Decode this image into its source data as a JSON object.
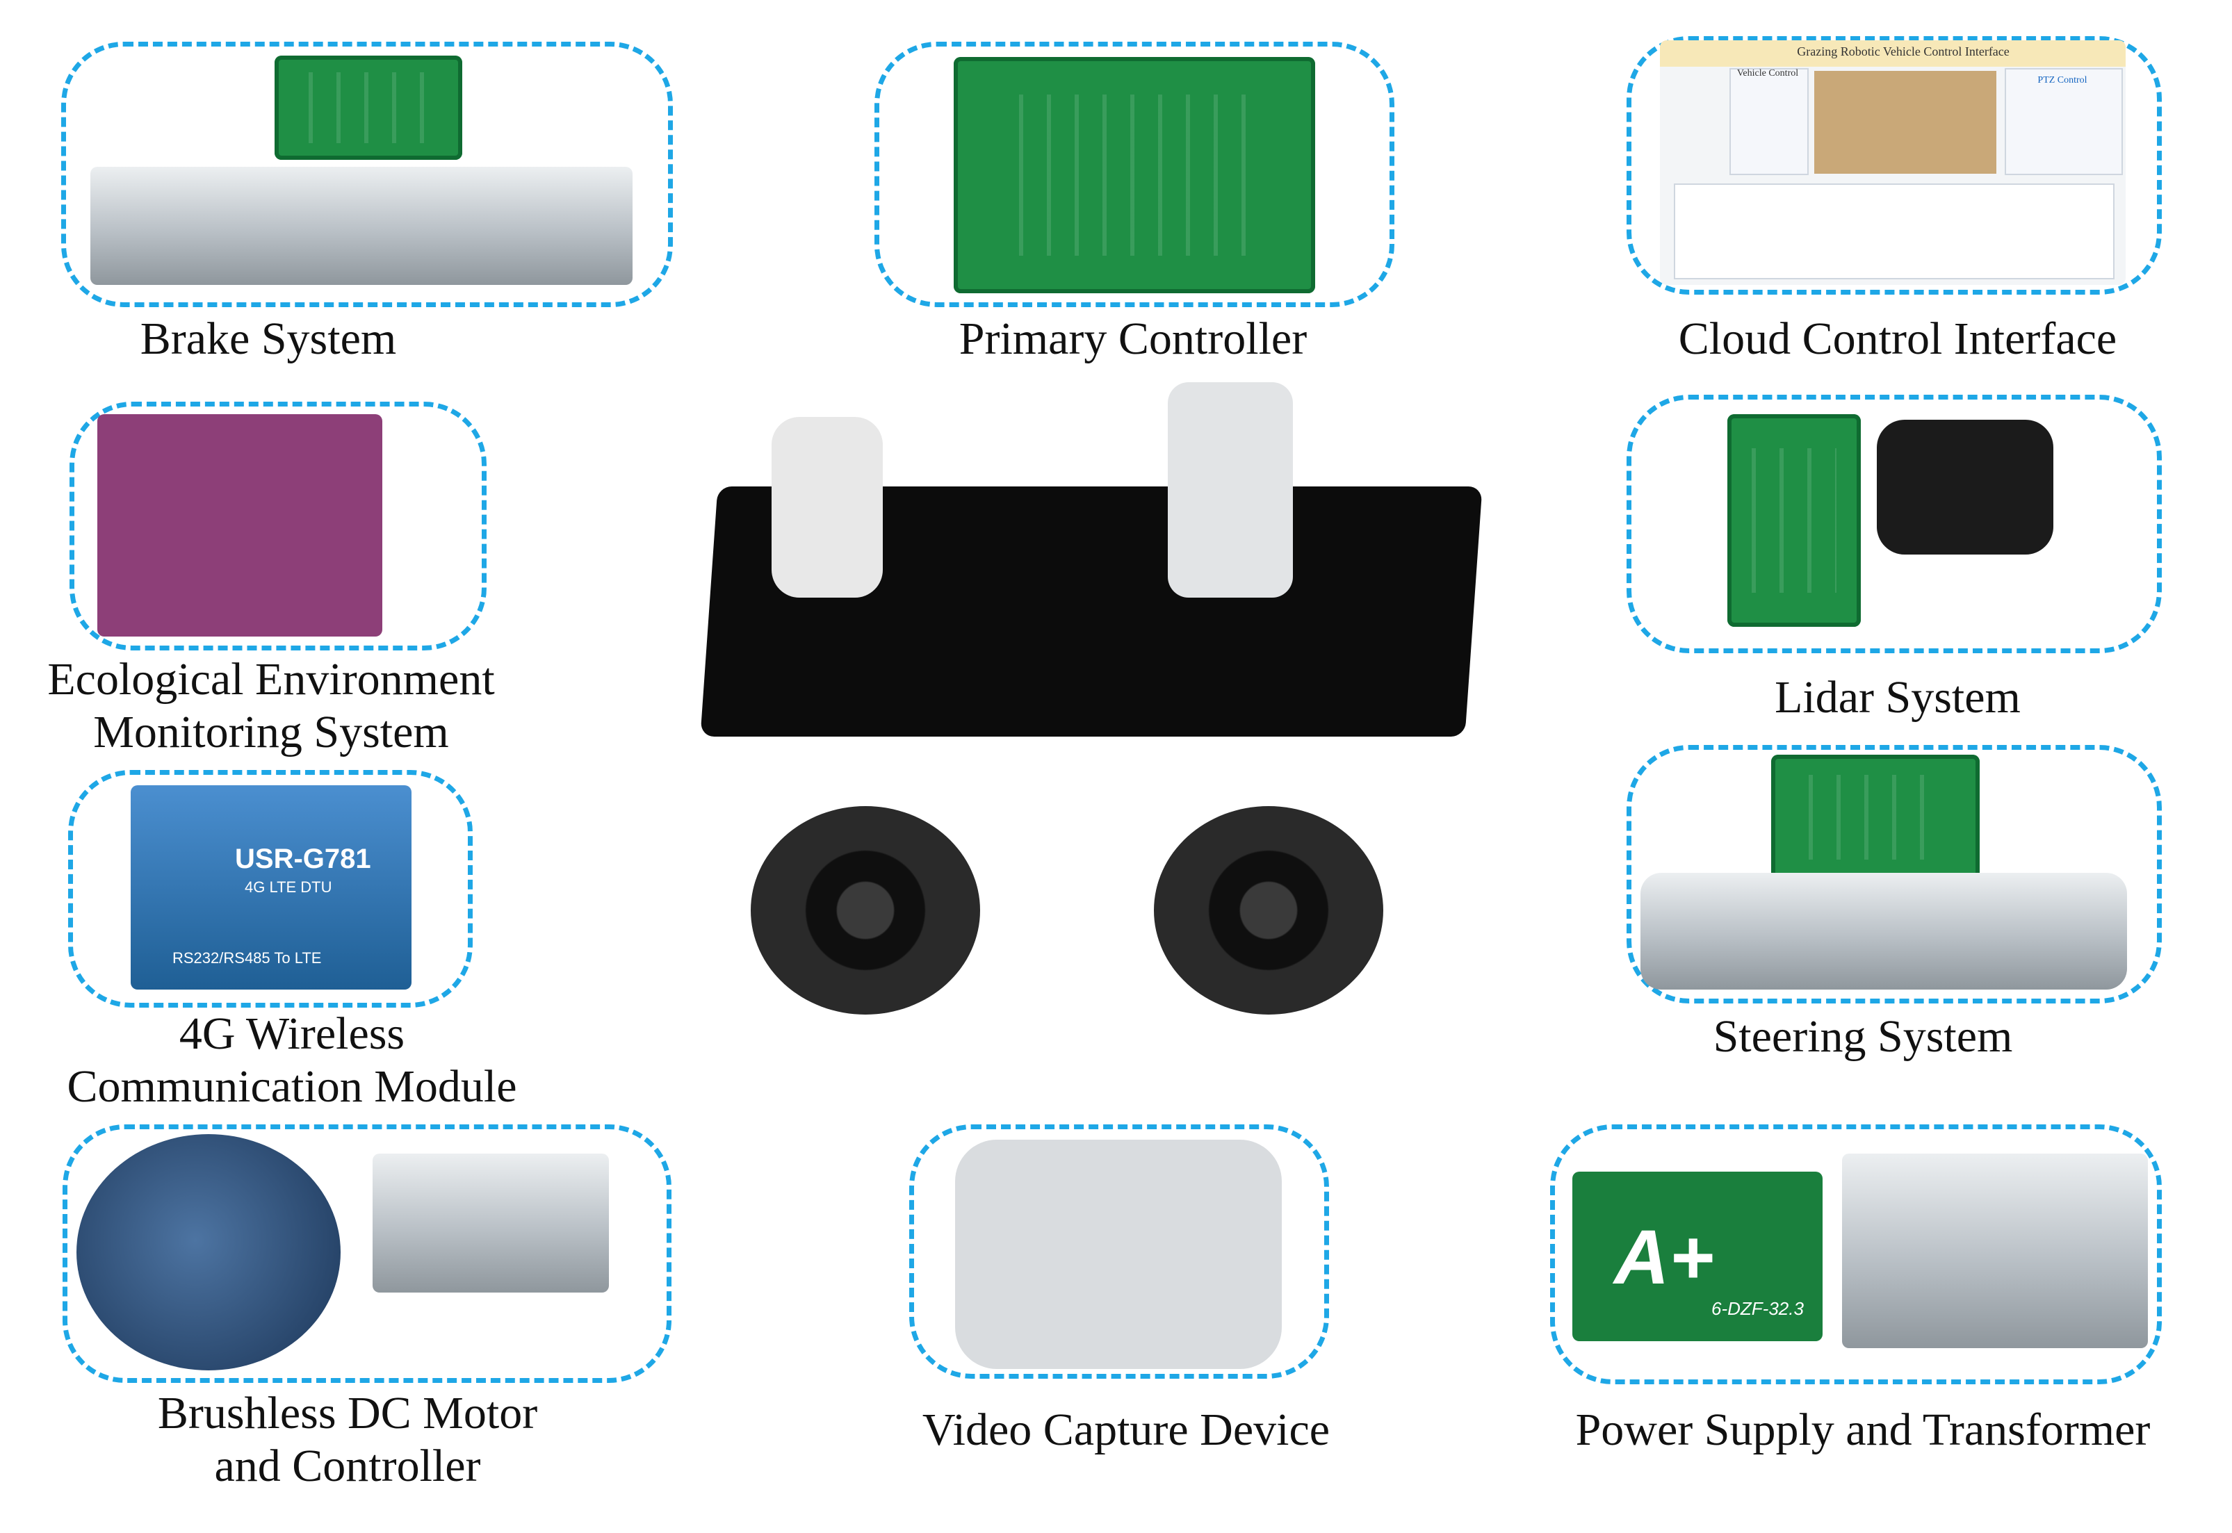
{
  "figure": {
    "components": [
      {
        "id": "brake",
        "label_lines": [
          "Brake System"
        ]
      },
      {
        "id": "primary",
        "label_lines": [
          "Primary Controller"
        ]
      },
      {
        "id": "cloud",
        "label_lines": [
          "Cloud Control Interface"
        ],
        "ui_title": "Grazing Robotic Vehicle Control Interface",
        "ui_panels": [
          "Vehicle Control",
          "PTZ Control"
        ]
      },
      {
        "id": "eco",
        "label_lines": [
          "Ecological Environment",
          "Monitoring System"
        ]
      },
      {
        "id": "lidar",
        "label_lines": [
          "Lidar System"
        ]
      },
      {
        "id": "dtu",
        "label_lines": [
          "4G Wireless",
          "Communication Module"
        ],
        "device_model": "USR-G781",
        "device_sub": "4G LTE DTU",
        "device_bottom": "RS232/RS485 To LTE"
      },
      {
        "id": "steering",
        "label_lines": [
          "Steering System"
        ]
      },
      {
        "id": "motor",
        "label_lines": [
          "Brushless DC Motor",
          "and Controller"
        ]
      },
      {
        "id": "video",
        "label_lines": [
          "Video Capture Device"
        ]
      },
      {
        "id": "power",
        "label_lines": [
          "Power Supply and Transformer"
        ],
        "battery_mark": "A+",
        "battery_model": "6-DZF-32.3"
      }
    ],
    "accent_color": "#1ea7e6"
  }
}
